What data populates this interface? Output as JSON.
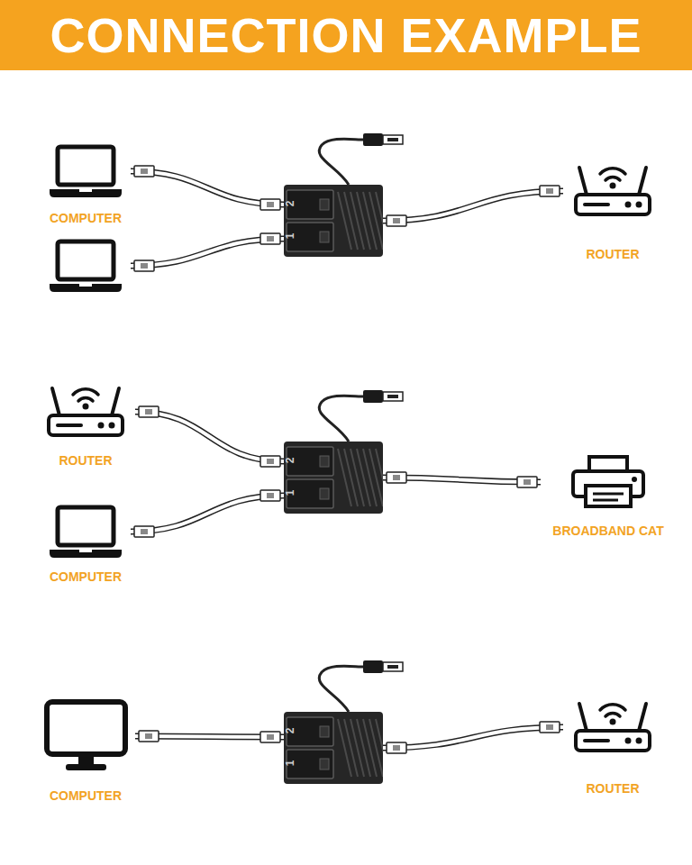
{
  "diagram": {
    "title": "CONNECTION EXAMPLE",
    "nodes": [
      {
        "text": [
          "COMPUTER"
        ]
      },
      {
        "text": [
          "2",
          "1"
        ]
      },
      {
        "text": [
          "ROUTER"
        ]
      },
      {
        "text": [
          "ROUTER"
        ]
      },
      {
        "text": [
          "2",
          "1"
        ]
      },
      {
        "text": [
          "BROADBAND CAT"
        ]
      },
      {
        "text": [
          "COMPUTER"
        ]
      },
      {
        "text": [
          "COMPUTER"
        ]
      },
      {
        "text": [
          "2",
          "1"
        ]
      },
      {
        "text": [
          "ROUTER"
        ]
      }
    ],
    "edges": [
      {
        "from": 0,
        "to": 1,
        "arrow": "none"
      },
      {
        "from": 1,
        "to": 2,
        "arrow": "none"
      },
      {
        "from": 3,
        "to": 4,
        "arrow": "none"
      },
      {
        "from": 6,
        "to": 4,
        "arrow": "none"
      },
      {
        "from": 4,
        "to": 5,
        "arrow": "none"
      },
      {
        "from": 7,
        "to": 8,
        "arrow": "none"
      },
      {
        "from": 8,
        "to": 9,
        "arrow": "none"
      }
    ]
  }
}
